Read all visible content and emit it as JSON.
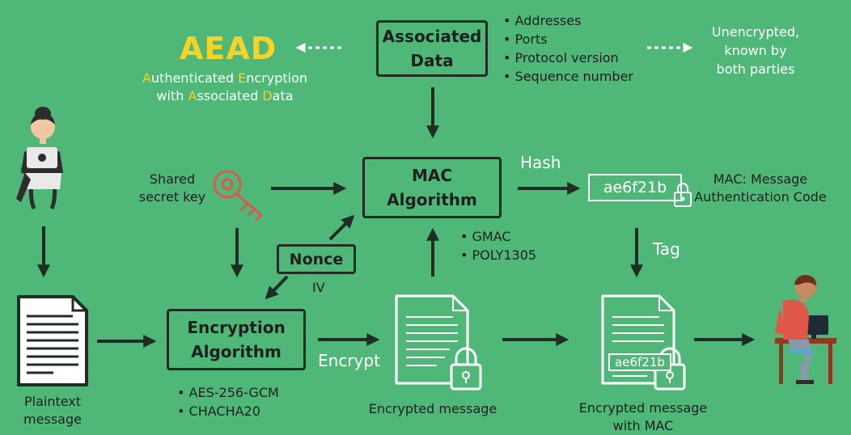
{
  "aead": {
    "title": "AEAD",
    "subtitle_line1": [
      {
        "text": "A",
        "hl": true
      },
      {
        "text": "uthenticated ",
        "hl": false
      },
      {
        "text": "E",
        "hl": true
      },
      {
        "text": "ncryption",
        "hl": false
      }
    ],
    "subtitle_line2": [
      {
        "text": "with ",
        "hl": false
      },
      {
        "text": "A",
        "hl": true
      },
      {
        "text": "ssociated ",
        "hl": false
      },
      {
        "text": "D",
        "hl": true
      },
      {
        "text": "ata",
        "hl": false
      }
    ]
  },
  "associated_data": {
    "line1": "Associated",
    "line2": "Data"
  },
  "ad_items": [
    "Addresses",
    "Ports",
    "Protocol version",
    "Sequence number"
  ],
  "unencrypted_note": {
    "line1": "Unencrypted,",
    "line2": "known by",
    "line3": "both parties"
  },
  "shared_key": {
    "line1": "Shared",
    "line2": "secret key"
  },
  "mac_box": {
    "line1": "MAC",
    "line2": "Algorithm"
  },
  "hash_label": "Hash",
  "mac_value": "ae6f21b",
  "mac_def": {
    "line1": "MAC: Message",
    "line2": "Authentication Code"
  },
  "mac_algos": [
    "GMAC",
    "POLY1305"
  ],
  "tag_label": "Tag",
  "nonce": "Nonce",
  "iv": "IV",
  "enc_box": {
    "line1": "Encryption",
    "line2": "Algorithm"
  },
  "enc_algos": [
    "AES-256-GCM",
    "CHACHA20"
  ],
  "encrypt_label": "Encrypt",
  "plaintext": {
    "line1": "Plaintext",
    "line2": "message"
  },
  "encrypted_msg": "Encrypted message",
  "encrypted_mac": {
    "line1": "Encrypted message",
    "line2": "with MAC",
    "tag_value": "ae6f21b"
  },
  "colors": {
    "background": "#4fb878",
    "accent": "#f5d327",
    "key": "#e0574a",
    "dark": "#1f2d24"
  }
}
